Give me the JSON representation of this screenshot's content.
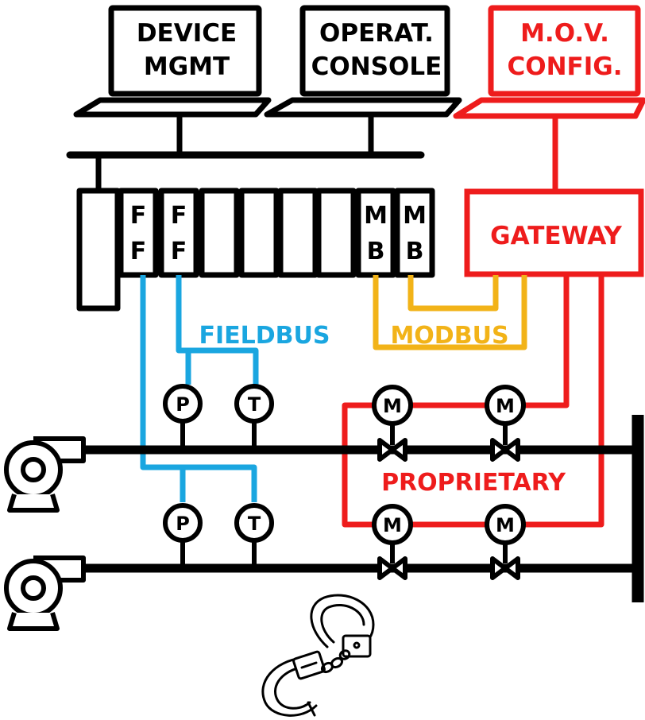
{
  "workstations": {
    "device_mgmt": [
      "DEVICE",
      "MGMT"
    ],
    "operator_console": [
      "OPERAT.",
      "CONSOLE"
    ],
    "mov_config": [
      "M.O.V.",
      "CONFIG."
    ]
  },
  "io_cards": {
    "ff1": [
      "F",
      "F"
    ],
    "ff2": [
      "F",
      "F"
    ],
    "mb1": [
      "M",
      "B"
    ],
    "mb2": [
      "M",
      "B"
    ]
  },
  "gateway_label": "GATEWAY",
  "network_labels": {
    "fieldbus": "FIELDBUS",
    "modbus": "MODBUS",
    "proprietary": "PROPRIETARY"
  },
  "instruments": {
    "pressure": "P",
    "temperature": "T",
    "motor": "M"
  },
  "colors": {
    "ink": "#000000",
    "fieldbus": "#1aa6e0",
    "modbus": "#f2b318",
    "proprietary": "#ee1c1c"
  },
  "icons": [
    "pump-icon",
    "valve-icon",
    "handcuffs-icon",
    "laptop-icon"
  ]
}
